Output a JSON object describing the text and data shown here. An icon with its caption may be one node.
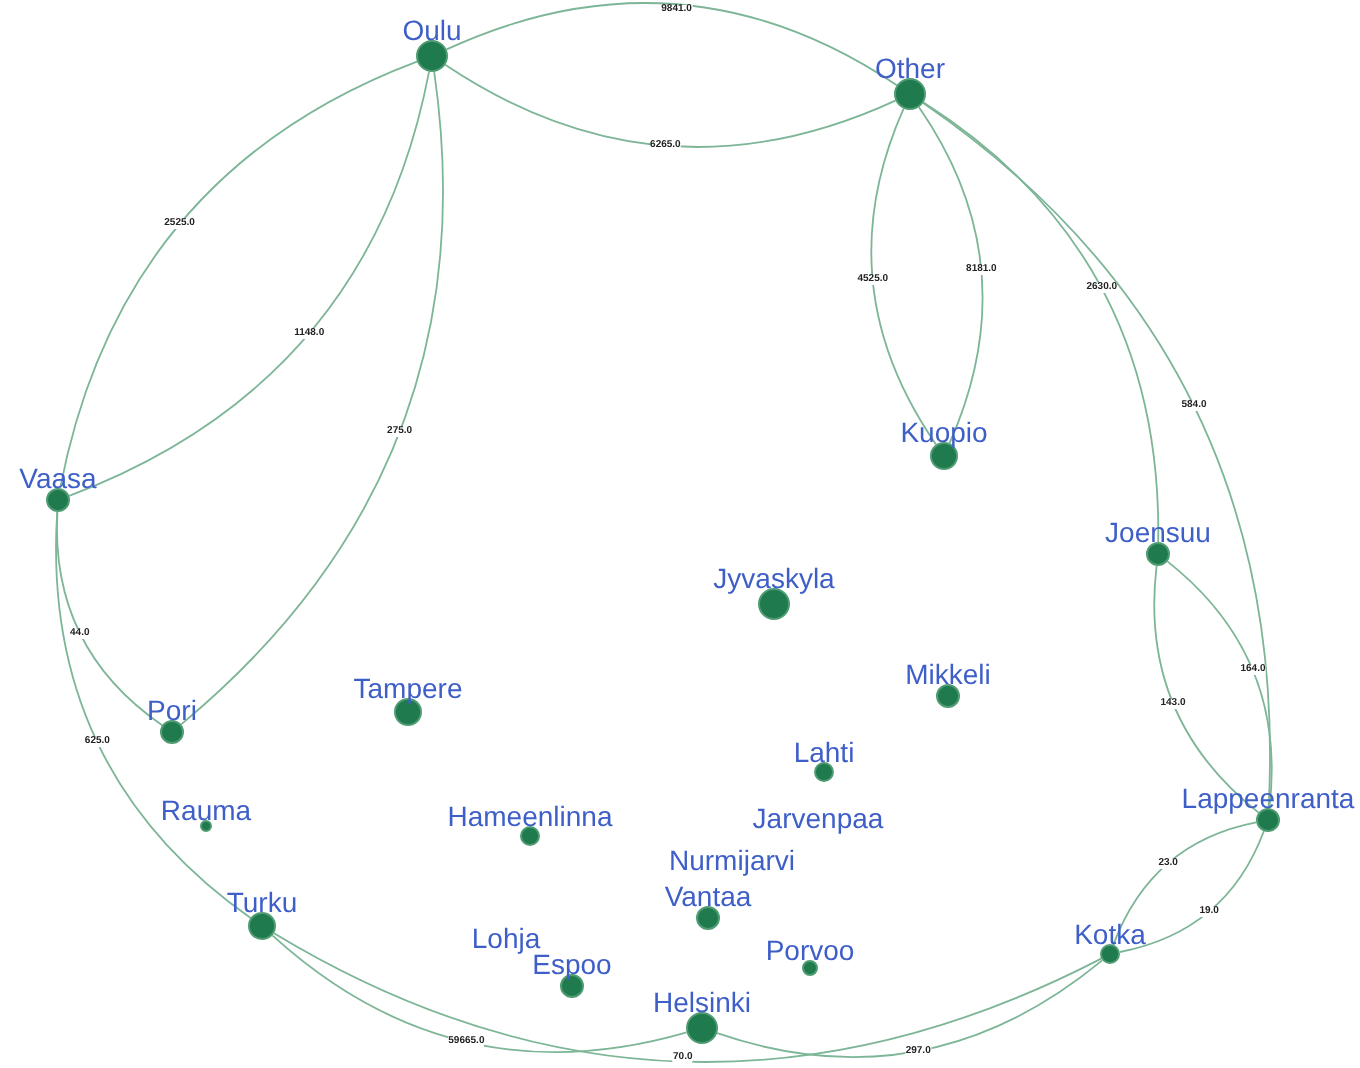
{
  "diagram": {
    "nodes": [
      {
        "text": [
          "Oulu"
        ]
      },
      {
        "text": [
          "Other"
        ]
      },
      {
        "text": [
          "Vaasa"
        ]
      },
      {
        "text": [
          "Kuopio"
        ]
      },
      {
        "text": [
          "Jyvaskyla"
        ]
      },
      {
        "text": [
          "Joensuu"
        ]
      },
      {
        "text": [
          "Pori"
        ]
      },
      {
        "text": [
          "Tampere"
        ]
      },
      {
        "text": [
          "Mikkeli"
        ]
      },
      {
        "text": [
          "Rauma"
        ]
      },
      {
        "text": [
          "Hameenlinna"
        ]
      },
      {
        "text": [
          "Lahti"
        ]
      },
      {
        "text": [
          "Jarvenpaa"
        ]
      },
      {
        "text": [
          "Lappeenranta"
        ]
      },
      {
        "text": [
          "Turku"
        ]
      },
      {
        "text": [
          "Lohja"
        ]
      },
      {
        "text": [
          "Nurmijarvi"
        ]
      },
      {
        "text": [
          "Vantaa"
        ]
      },
      {
        "text": [
          "Kotka"
        ]
      },
      {
        "text": [
          "Espoo"
        ]
      },
      {
        "text": [
          "Helsinki"
        ]
      },
      {
        "text": [
          "Porvoo"
        ]
      }
    ],
    "edges": [
      {
        "from": 0,
        "to": 1,
        "arrow": "none",
        "label": "9841.0"
      },
      {
        "from": 0,
        "to": 2,
        "arrow": "none",
        "label": "1148.0"
      },
      {
        "from": 0,
        "to": 6,
        "arrow": "none",
        "label": "275.0"
      },
      {
        "from": 1,
        "to": 0,
        "arrow": "none",
        "label": "6265.0"
      },
      {
        "from": 1,
        "to": 3,
        "arrow": "none",
        "label": "8181.0"
      },
      {
        "from": 1,
        "to": 5,
        "arrow": "none",
        "label": "2630.0"
      },
      {
        "from": 1,
        "to": 13,
        "arrow": "none",
        "label": "584.0"
      },
      {
        "from": 2,
        "to": 0,
        "arrow": "none",
        "label": "2525.0"
      },
      {
        "from": 3,
        "to": 1,
        "arrow": "none",
        "label": "4525.0"
      },
      {
        "from": 5,
        "to": 13,
        "arrow": "none",
        "label": "164.0"
      },
      {
        "from": 6,
        "to": 2,
        "arrow": "none",
        "label": "44.0"
      },
      {
        "from": 13,
        "to": 5,
        "arrow": "none",
        "label": "143.0"
      },
      {
        "from": 13,
        "to": 18,
        "arrow": "none",
        "label": "19.0"
      },
      {
        "from": 14,
        "to": 2,
        "arrow": "none",
        "label": "625.0"
      },
      {
        "from": 18,
        "to": 13,
        "arrow": "none",
        "label": "23.0"
      },
      {
        "from": 18,
        "to": 14,
        "arrow": "none",
        "label": "70.0"
      },
      {
        "from": 18,
        "to": 20,
        "arrow": "none",
        "label": "297.0"
      },
      {
        "from": 20,
        "to": 14,
        "arrow": "none",
        "label": "59665.0"
      }
    ]
  }
}
